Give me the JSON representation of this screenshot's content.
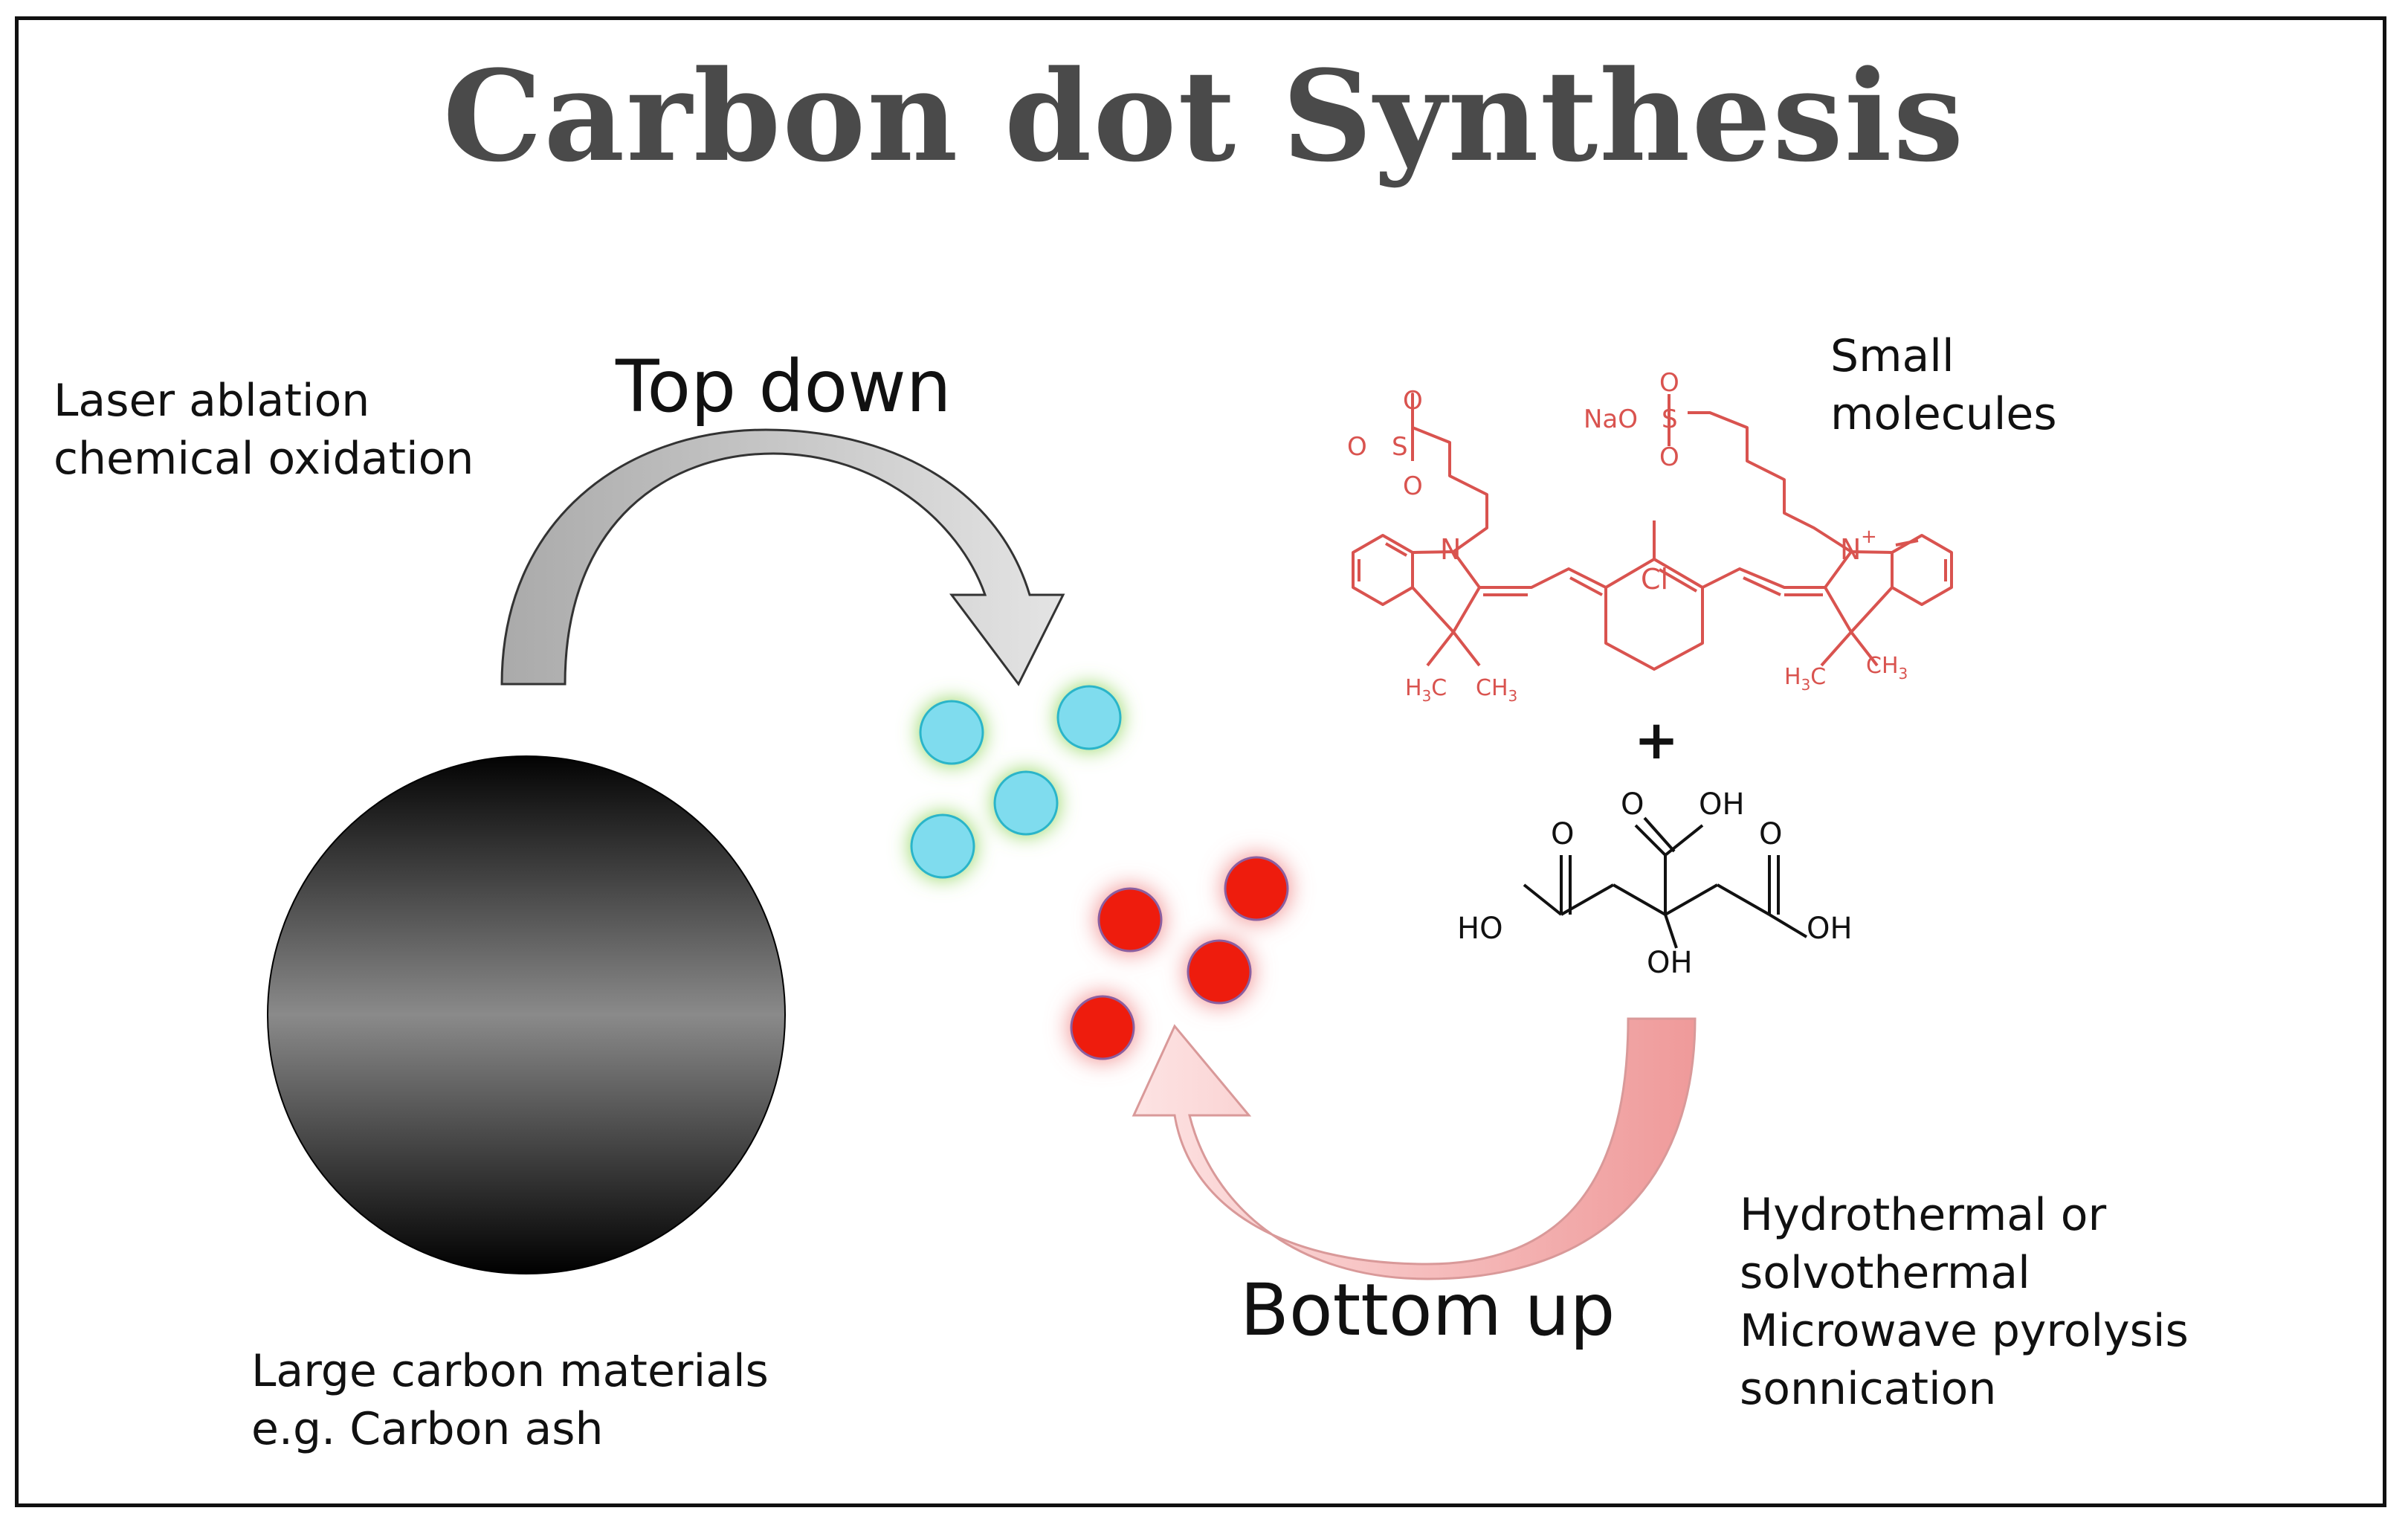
{
  "title": "Carbon dot Synthesis",
  "top_down": {
    "label": "Top down",
    "methods": [
      "Laser ablation",
      "chemical oxidation"
    ]
  },
  "bottom_up": {
    "label": "Bottom up",
    "methods": [
      "Hydrothermal or",
      "solvothermal",
      "Microwave pyrolysis",
      "sonnication"
    ]
  },
  "precursors": {
    "label_lines": [
      "Small",
      "molecules"
    ],
    "plus": "+",
    "dye_atoms": {
      "cl": "Cl",
      "n_left": "N",
      "n_right": "N",
      "n_plus": "+",
      "so3_left_o": "O",
      "so3_left_s": "S",
      "so3_left_minus": "O",
      "so3_right_na": "NaO",
      "so3_right_s": "S",
      "so3_right_o": "O",
      "h3c_left": "H",
      "ch3_left": "CH",
      "h3c_right": "H",
      "ch3_right": "CH",
      "sub3": "3",
      "c": "C"
    },
    "citric_atoms": {
      "oh_top": "OH",
      "oh_left": "HO",
      "oh_right": "OH",
      "oh_center": "OH",
      "o_top": "O",
      "o_left": "O",
      "o_right": "O"
    }
  },
  "bulk": {
    "label_lines": [
      "Large carbon materials",
      "e.g. Carbon ash"
    ]
  },
  "colors": {
    "cyan_dot": "#7fdcee",
    "red_dot": "#ee1c0c",
    "dye_structure": "#d9534f",
    "top_arrow": "#bdbdbd",
    "bottom_arrow": "#f4a7a7"
  }
}
